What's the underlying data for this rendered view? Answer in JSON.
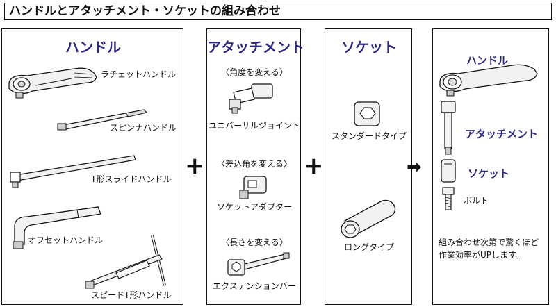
{
  "title": "ハンドルとアタッチメント・ソケットの組み合わせ",
  "handles": {
    "heading": "ハンドル",
    "items": [
      "ラチェットハンドル",
      "スピンナハンドル",
      "T形スライドハンドル",
      "オフセットハンドル",
      "スピードT形ハンドル"
    ]
  },
  "attachments": {
    "heading": "アタッチメント",
    "groups": [
      {
        "note": "〈角度を変える〉",
        "label": "ユニバーサルジョイント"
      },
      {
        "note": "〈差込角を変える〉",
        "label": "ソケットアダプター"
      },
      {
        "note": "〈長さを変える〉",
        "label": "エクステンションバー"
      }
    ]
  },
  "sockets": {
    "heading": "ソケット",
    "items": [
      "スタンダードタイプ",
      "ロングタイプ"
    ]
  },
  "operators": {
    "plus": "+",
    "arrow": "➡"
  },
  "result": {
    "labels": [
      "ハンドル",
      "アタッチメント",
      "ソケット"
    ],
    "bolt_label": "ボルト",
    "description": [
      "組み合わせ次第で驚くほど",
      "作業効率がUPします。"
    ]
  },
  "colors": {
    "heading": "#2d2a86",
    "line": "#111111"
  }
}
